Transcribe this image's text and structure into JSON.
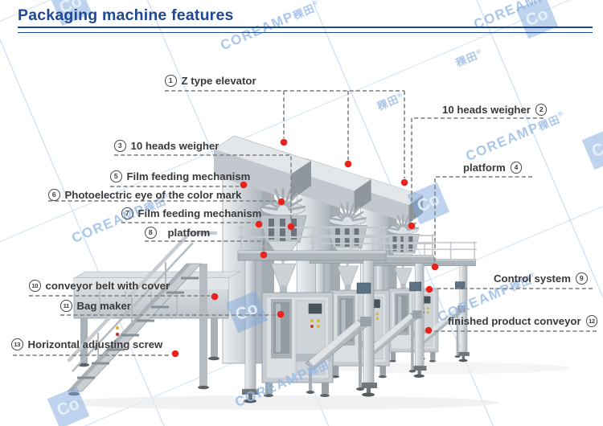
{
  "title": "Packaging machine features",
  "watermark": {
    "brand": "COREAMP",
    "brand_cn": "稞田",
    "reg": "®",
    "logo_text": "Co"
  },
  "callouts": {
    "left": [
      {
        "num": "1",
        "label": "Z type elevator"
      },
      {
        "num": "3",
        "label": "10 heads weigher"
      },
      {
        "num": "5",
        "label": "Film feeding mechanism"
      },
      {
        "num": "6",
        "label": "Photoelectric eye of the color mark"
      },
      {
        "num": "7",
        "label": "Film feeding mechanism"
      },
      {
        "num": "8",
        "label": "platform"
      },
      {
        "num": "10",
        "label": "conveyor belt with cover"
      },
      {
        "num": "11",
        "label": "Bag maker"
      },
      {
        "num": "13",
        "label": "Horizontal adjusting screw"
      }
    ],
    "right": [
      {
        "num": "2",
        "label": "10 heads weigher"
      },
      {
        "num": "4",
        "label": "platform"
      },
      {
        "num": "9",
        "label": "Control system"
      },
      {
        "num": "12",
        "label": "finished product conveyor"
      }
    ]
  },
  "colors": {
    "title": "#1e4795",
    "label_text": "#3a3a3a",
    "callout_line": "#8a8a8a",
    "callout_dot": "#e8231d",
    "watermark": "#94b8e6"
  }
}
